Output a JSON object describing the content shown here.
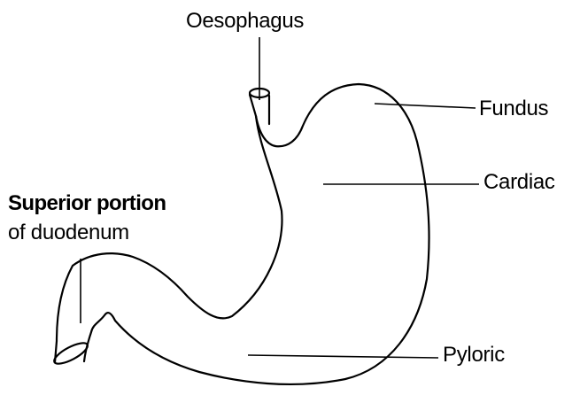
{
  "diagram": {
    "labels": {
      "oesophagus": "Oesophagus",
      "fundus": "Fundus",
      "cardiac": "Cardiac",
      "pyloric": "Pyloric",
      "duodenum_line1": "Superior portion",
      "duodenum_line2": "of duodenum"
    }
  }
}
